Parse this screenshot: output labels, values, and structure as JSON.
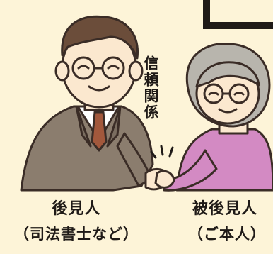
{
  "left_person": {
    "name": "後見人",
    "subtitle": "（司法書士など）"
  },
  "right_person": {
    "name": "被後見人",
    "subtitle": "（ご本人）"
  },
  "relation_text": "信頼関係",
  "colors": {
    "background": "#fdf4d8",
    "suit": "#8b7d6e",
    "tie": "#a2583c",
    "cardigan": "#d38ac3",
    "hair_man": "#6b4d3a",
    "hair_woman": "#b8b5ad",
    "skin": "#fbe8cf",
    "outline": "#3a2c26"
  },
  "icons": [
    "man-figure",
    "woman-figure",
    "handshake-icon",
    "emphasis-lines-icon",
    "frame-corner-icon"
  ]
}
